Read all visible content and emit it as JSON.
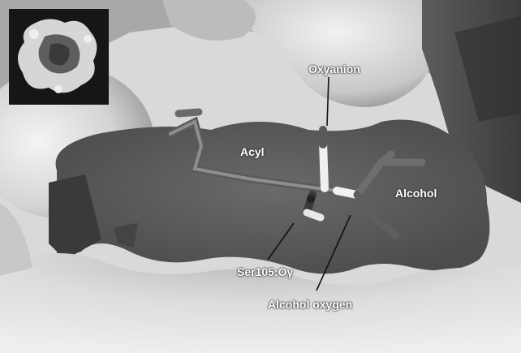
{
  "figure": {
    "labels": {
      "oxyanion": "Oxyanion",
      "acyl": "Acyl",
      "alcohol": "Alcohol",
      "ser105": "Ser105:Oγ",
      "alcohol_oxygen": "Alcohol oxygen"
    },
    "colors": {
      "surface_light": "#e8e8e8",
      "cavity_dark": "#5a5a5a",
      "label_text": "#ffffff",
      "inset_background": "#161616"
    }
  }
}
